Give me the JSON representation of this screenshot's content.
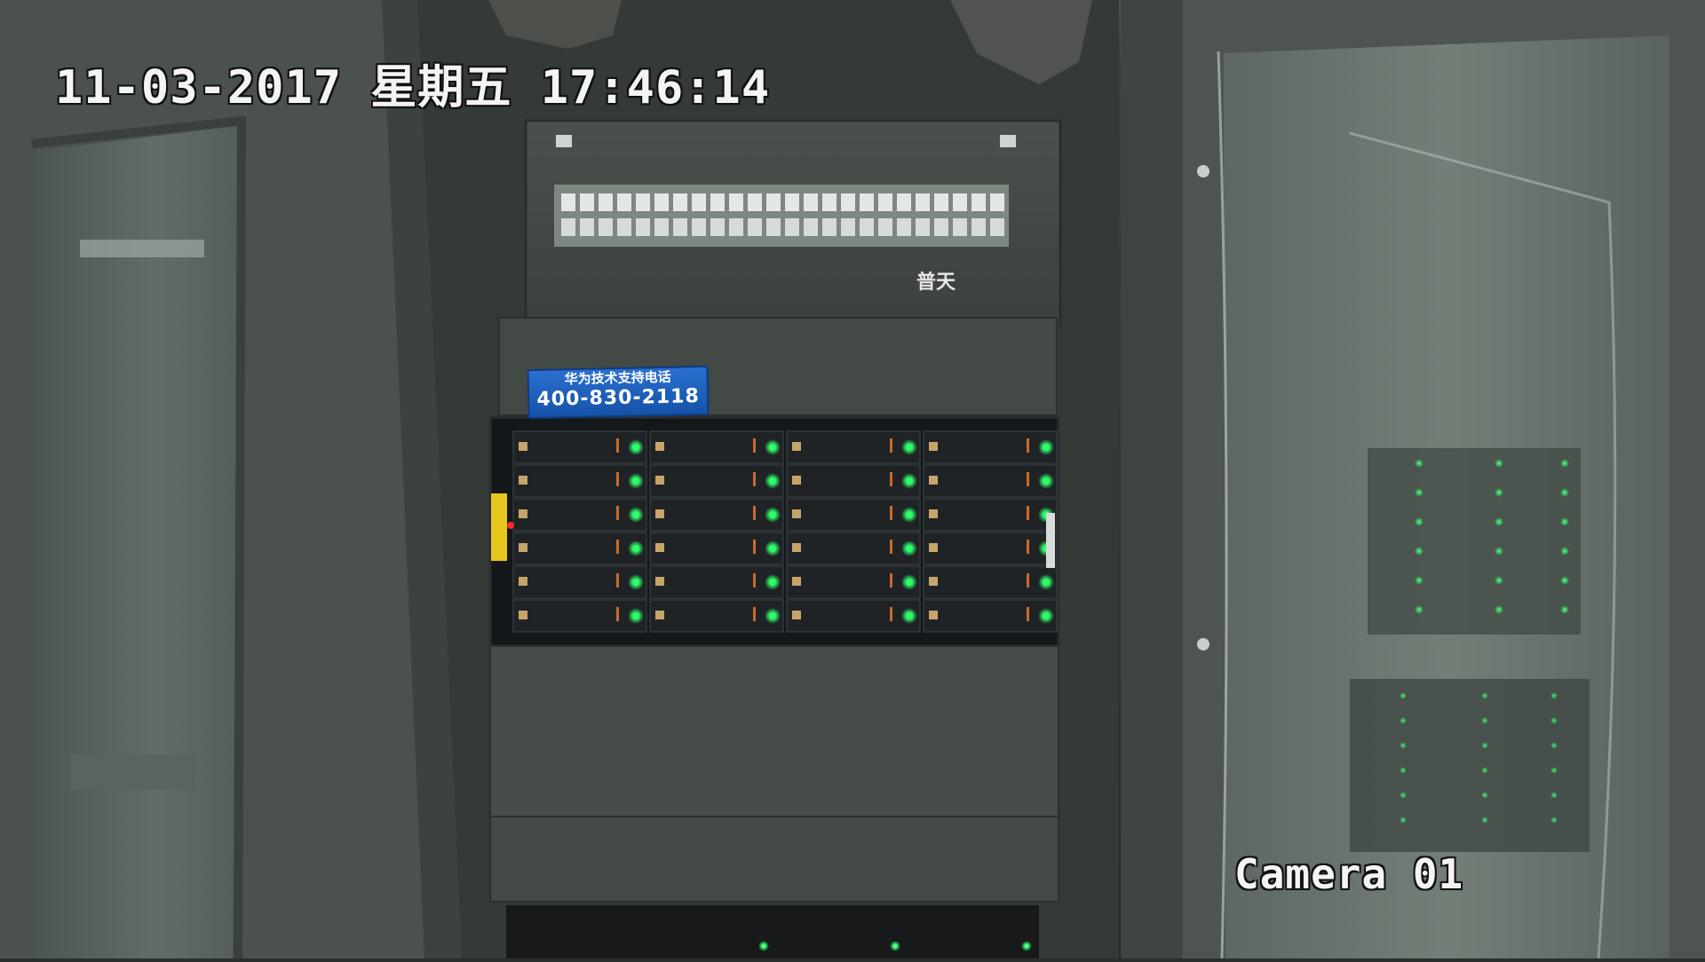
{
  "overlay": {
    "date": "11-03-2017",
    "weekday": "星期五",
    "time": "17:46:14",
    "camera_label": "Camera 01"
  },
  "sticker": {
    "line1": "华为技术支持电话",
    "line2": "400-830-2118"
  },
  "brand_label": "普天",
  "storage_unit": {
    "bay_columns": 4,
    "bay_rows": 6,
    "status_led_color": "#2dff6a",
    "fault_led_color": "#ff2a2a"
  },
  "colors": {
    "cabinet": "#3a403b",
    "door_frame": "#4a514c",
    "glass": "#5b6660",
    "osd_text": "#f4f4f4"
  }
}
